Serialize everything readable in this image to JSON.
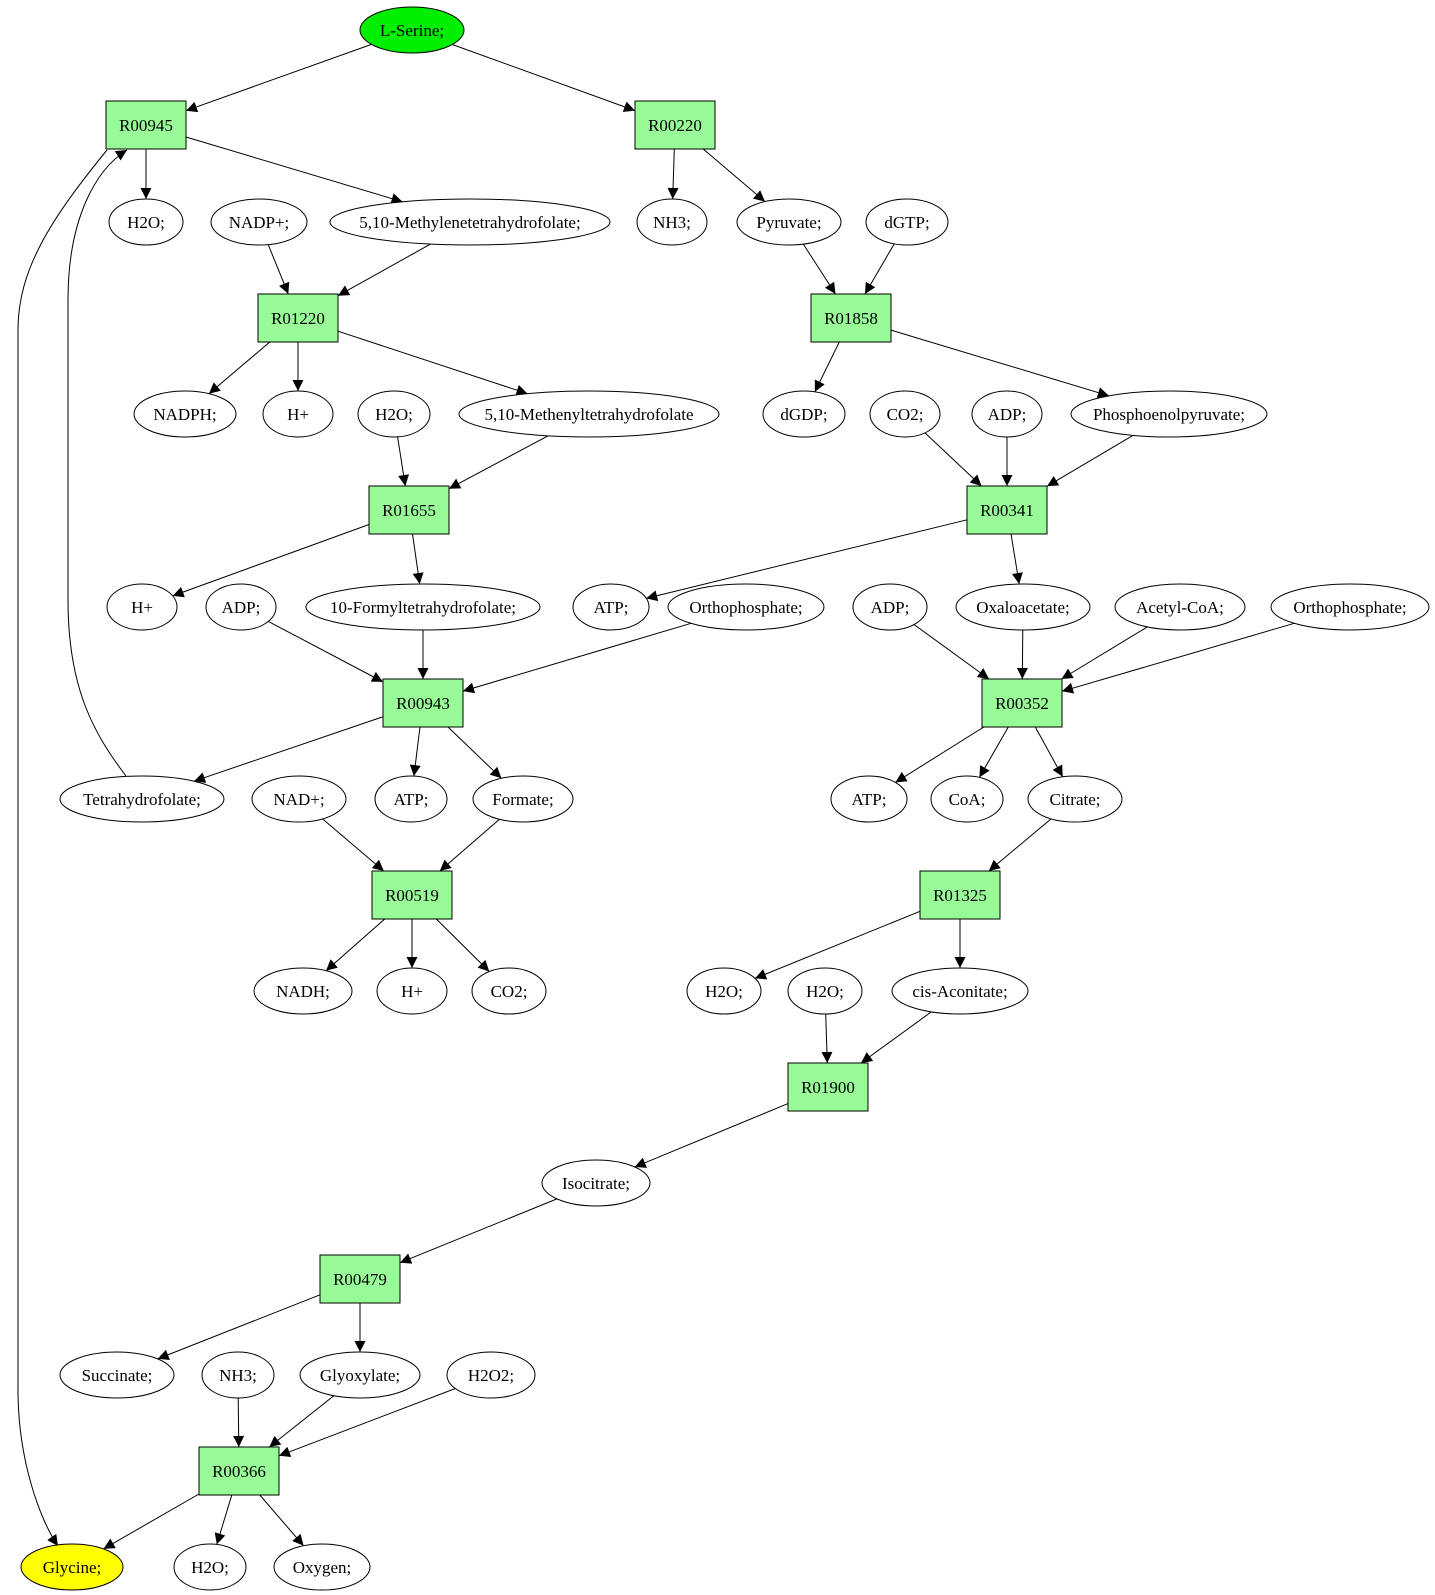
{
  "graph": {
    "nodes": [
      {
        "id": "serine",
        "label": "L-Serine;",
        "shape": "ellipse",
        "fill": "#00ee00"
      },
      {
        "id": "r00945",
        "label": "R00945",
        "shape": "box",
        "fill": "#98fb98"
      },
      {
        "id": "r00220",
        "label": "R00220",
        "shape": "box",
        "fill": "#98fb98"
      },
      {
        "id": "h2o_1",
        "label": "H2O;",
        "shape": "ellipse",
        "fill": "#ffffff"
      },
      {
        "id": "nadpplus",
        "label": "NADP+;",
        "shape": "ellipse",
        "fill": "#ffffff"
      },
      {
        "id": "methylene",
        "label": "5,10-Methylenetetrahydrofolate;",
        "shape": "ellipse",
        "fill": "#ffffff"
      },
      {
        "id": "nh3_1",
        "label": "NH3;",
        "shape": "ellipse",
        "fill": "#ffffff"
      },
      {
        "id": "pyruvate",
        "label": "Pyruvate;",
        "shape": "ellipse",
        "fill": "#ffffff"
      },
      {
        "id": "dgtp",
        "label": "dGTP;",
        "shape": "ellipse",
        "fill": "#ffffff"
      },
      {
        "id": "r01220",
        "label": "R01220",
        "shape": "box",
        "fill": "#98fb98"
      },
      {
        "id": "r01858",
        "label": "R01858",
        "shape": "box",
        "fill": "#98fb98"
      },
      {
        "id": "nadph",
        "label": "NADPH;",
        "shape": "ellipse",
        "fill": "#ffffff"
      },
      {
        "id": "hplus_1",
        "label": "H+",
        "shape": "ellipse",
        "fill": "#ffffff"
      },
      {
        "id": "h2o_2",
        "label": "H2O;",
        "shape": "ellipse",
        "fill": "#ffffff"
      },
      {
        "id": "methenyl",
        "label": "5,10-Methenyltetrahydrofolate",
        "shape": "ellipse",
        "fill": "#ffffff"
      },
      {
        "id": "dgdp",
        "label": "dGDP;",
        "shape": "ellipse",
        "fill": "#ffffff"
      },
      {
        "id": "co2_1",
        "label": "CO2;",
        "shape": "ellipse",
        "fill": "#ffffff"
      },
      {
        "id": "adp_1",
        "label": "ADP;",
        "shape": "ellipse",
        "fill": "#ffffff"
      },
      {
        "id": "pep",
        "label": "Phosphoenolpyruvate;",
        "shape": "ellipse",
        "fill": "#ffffff"
      },
      {
        "id": "r01655",
        "label": "R01655",
        "shape": "box",
        "fill": "#98fb98"
      },
      {
        "id": "r00341",
        "label": "R00341",
        "shape": "box",
        "fill": "#98fb98"
      },
      {
        "id": "hplus_2",
        "label": "H+",
        "shape": "ellipse",
        "fill": "#ffffff"
      },
      {
        "id": "adp_2",
        "label": "ADP;",
        "shape": "ellipse",
        "fill": "#ffffff"
      },
      {
        "id": "formylthf",
        "label": "10-Formyltetrahydrofolate;",
        "shape": "ellipse",
        "fill": "#ffffff"
      },
      {
        "id": "atp_1",
        "label": "ATP;",
        "shape": "ellipse",
        "fill": "#ffffff"
      },
      {
        "id": "orthophos_1",
        "label": "Orthophosphate;",
        "shape": "ellipse",
        "fill": "#ffffff"
      },
      {
        "id": "adp_3",
        "label": "ADP;",
        "shape": "ellipse",
        "fill": "#ffffff"
      },
      {
        "id": "oxaloacetate",
        "label": "Oxaloacetate;",
        "shape": "ellipse",
        "fill": "#ffffff"
      },
      {
        "id": "acetylcoa",
        "label": "Acetyl-CoA;",
        "shape": "ellipse",
        "fill": "#ffffff"
      },
      {
        "id": "orthophos_2",
        "label": "Orthophosphate;",
        "shape": "ellipse",
        "fill": "#ffffff"
      },
      {
        "id": "r00943",
        "label": "R00943",
        "shape": "box",
        "fill": "#98fb98"
      },
      {
        "id": "r00352",
        "label": "R00352",
        "shape": "box",
        "fill": "#98fb98"
      },
      {
        "id": "thf",
        "label": "Tetrahydrofolate;",
        "shape": "ellipse",
        "fill": "#ffffff"
      },
      {
        "id": "nadplus",
        "label": "NAD+;",
        "shape": "ellipse",
        "fill": "#ffffff"
      },
      {
        "id": "atp_2",
        "label": "ATP;",
        "shape": "ellipse",
        "fill": "#ffffff"
      },
      {
        "id": "formate",
        "label": "Formate;",
        "shape": "ellipse",
        "fill": "#ffffff"
      },
      {
        "id": "atp_3",
        "label": "ATP;",
        "shape": "ellipse",
        "fill": "#ffffff"
      },
      {
        "id": "coa",
        "label": "CoA;",
        "shape": "ellipse",
        "fill": "#ffffff"
      },
      {
        "id": "citrate",
        "label": "Citrate;",
        "shape": "ellipse",
        "fill": "#ffffff"
      },
      {
        "id": "r00519",
        "label": "R00519",
        "shape": "box",
        "fill": "#98fb98"
      },
      {
        "id": "r01325",
        "label": "R01325",
        "shape": "box",
        "fill": "#98fb98"
      },
      {
        "id": "nadh",
        "label": "NADH;",
        "shape": "ellipse",
        "fill": "#ffffff"
      },
      {
        "id": "hplus_3",
        "label": "H+",
        "shape": "ellipse",
        "fill": "#ffffff"
      },
      {
        "id": "co2_2",
        "label": "CO2;",
        "shape": "ellipse",
        "fill": "#ffffff"
      },
      {
        "id": "h2o_3",
        "label": "H2O;",
        "shape": "ellipse",
        "fill": "#ffffff"
      },
      {
        "id": "h2o_4",
        "label": "H2O;",
        "shape": "ellipse",
        "fill": "#ffffff"
      },
      {
        "id": "cisaconitate",
        "label": "cis-Aconitate;",
        "shape": "ellipse",
        "fill": "#ffffff"
      },
      {
        "id": "r01900",
        "label": "R01900",
        "shape": "box",
        "fill": "#98fb98"
      },
      {
        "id": "isocitrate",
        "label": "Isocitrate;",
        "shape": "ellipse",
        "fill": "#ffffff"
      },
      {
        "id": "r00479",
        "label": "R00479",
        "shape": "box",
        "fill": "#98fb98"
      },
      {
        "id": "succinate",
        "label": "Succinate;",
        "shape": "ellipse",
        "fill": "#ffffff"
      },
      {
        "id": "nh3_2",
        "label": "NH3;",
        "shape": "ellipse",
        "fill": "#ffffff"
      },
      {
        "id": "glyoxylate",
        "label": "Glyoxylate;",
        "shape": "ellipse",
        "fill": "#ffffff"
      },
      {
        "id": "h2o2",
        "label": "H2O2;",
        "shape": "ellipse",
        "fill": "#ffffff"
      },
      {
        "id": "r00366",
        "label": "R00366",
        "shape": "box",
        "fill": "#98fb98"
      },
      {
        "id": "glycine",
        "label": "Glycine;",
        "shape": "ellipse",
        "fill": "#ffff00"
      },
      {
        "id": "h2o_5",
        "label": "H2O;",
        "shape": "ellipse",
        "fill": "#ffffff"
      },
      {
        "id": "oxygen",
        "label": "Oxygen;",
        "shape": "ellipse",
        "fill": "#ffffff"
      }
    ],
    "edges": [
      [
        "serine",
        "r00945"
      ],
      [
        "serine",
        "r00220"
      ],
      [
        "r00945",
        "h2o_1"
      ],
      [
        "r00945",
        "methylene"
      ],
      [
        "r00220",
        "nh3_1"
      ],
      [
        "r00220",
        "pyruvate"
      ],
      [
        "nadpplus",
        "r01220"
      ],
      [
        "methylene",
        "r01220"
      ],
      [
        "pyruvate",
        "r01858"
      ],
      [
        "dgtp",
        "r01858"
      ],
      [
        "r01220",
        "nadph"
      ],
      [
        "r01220",
        "hplus_1"
      ],
      [
        "r01220",
        "methenyl"
      ],
      [
        "r01858",
        "dgdp"
      ],
      [
        "r01858",
        "pep"
      ],
      [
        "h2o_2",
        "r01655"
      ],
      [
        "methenyl",
        "r01655"
      ],
      [
        "co2_1",
        "r00341"
      ],
      [
        "adp_1",
        "r00341"
      ],
      [
        "pep",
        "r00341"
      ],
      [
        "r01655",
        "hplus_2"
      ],
      [
        "r01655",
        "formylthf"
      ],
      [
        "r00341",
        "atp_1"
      ],
      [
        "r00341",
        "oxaloacetate"
      ],
      [
        "adp_2",
        "r00943"
      ],
      [
        "formylthf",
        "r00943"
      ],
      [
        "orthophos_1",
        "r00943"
      ],
      [
        "adp_3",
        "r00352"
      ],
      [
        "oxaloacetate",
        "r00352"
      ],
      [
        "acetylcoa",
        "r00352"
      ],
      [
        "orthophos_2",
        "r00352"
      ],
      [
        "r00943",
        "thf"
      ],
      [
        "r00943",
        "atp_2"
      ],
      [
        "r00943",
        "formate"
      ],
      [
        "thf",
        "r00945"
      ],
      [
        "r00352",
        "atp_3"
      ],
      [
        "r00352",
        "coa"
      ],
      [
        "r00352",
        "citrate"
      ],
      [
        "nadplus",
        "r00519"
      ],
      [
        "formate",
        "r00519"
      ],
      [
        "citrate",
        "r01325"
      ],
      [
        "r00519",
        "nadh"
      ],
      [
        "r00519",
        "hplus_3"
      ],
      [
        "r00519",
        "co2_2"
      ],
      [
        "r01325",
        "h2o_3"
      ],
      [
        "r01325",
        "cisaconitate"
      ],
      [
        "h2o_4",
        "r01900"
      ],
      [
        "cisaconitate",
        "r01900"
      ],
      [
        "r01900",
        "isocitrate"
      ],
      [
        "isocitrate",
        "r00479"
      ],
      [
        "r00479",
        "succinate"
      ],
      [
        "r00479",
        "glyoxylate"
      ],
      [
        "nh3_2",
        "r00366"
      ],
      [
        "glyoxylate",
        "r00366"
      ],
      [
        "h2o2",
        "r00366"
      ],
      [
        "r00366",
        "glycine"
      ],
      [
        "r00366",
        "h2o_5"
      ],
      [
        "r00366",
        "oxygen"
      ],
      [
        "r00945",
        "glycine"
      ]
    ]
  }
}
